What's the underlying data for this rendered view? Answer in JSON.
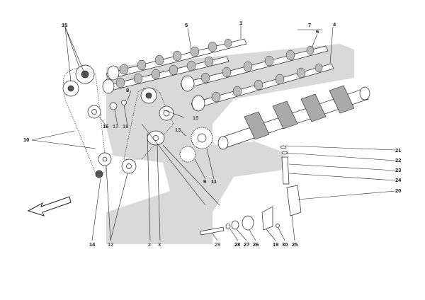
{
  "callouts": [
    {
      "id": "15a",
      "text": "15"
    },
    {
      "id": "5",
      "text": "5"
    },
    {
      "id": "1",
      "text": "1"
    },
    {
      "id": "7",
      "text": "7"
    },
    {
      "id": "6",
      "text": "6"
    },
    {
      "id": "4",
      "text": "4"
    },
    {
      "id": "8",
      "text": "8"
    },
    {
      "id": "15b",
      "text": "15"
    },
    {
      "id": "16",
      "text": "16"
    },
    {
      "id": "17",
      "text": "17"
    },
    {
      "id": "18",
      "text": "18"
    },
    {
      "id": "13",
      "text": "13"
    },
    {
      "id": "10",
      "text": "10"
    },
    {
      "id": "9",
      "text": "9"
    },
    {
      "id": "11",
      "text": "11"
    },
    {
      "id": "21",
      "text": "21"
    },
    {
      "id": "22",
      "text": "22"
    },
    {
      "id": "23",
      "text": "23"
    },
    {
      "id": "24",
      "text": "24"
    },
    {
      "id": "20",
      "text": "20"
    },
    {
      "id": "14",
      "text": "14"
    },
    {
      "id": "12",
      "text": "12"
    },
    {
      "id": "2",
      "text": "2"
    },
    {
      "id": "3",
      "text": "3"
    },
    {
      "id": "29",
      "text": "29"
    },
    {
      "id": "28",
      "text": "28"
    },
    {
      "id": "27",
      "text": "27"
    },
    {
      "id": "26",
      "text": "26"
    },
    {
      "id": "19",
      "text": "19"
    },
    {
      "id": "30",
      "text": "30"
    },
    {
      "id": "25",
      "text": "25"
    }
  ],
  "colors": {
    "background": "#ffffff",
    "shading": "#d9d9d9",
    "ink": "#222222"
  }
}
